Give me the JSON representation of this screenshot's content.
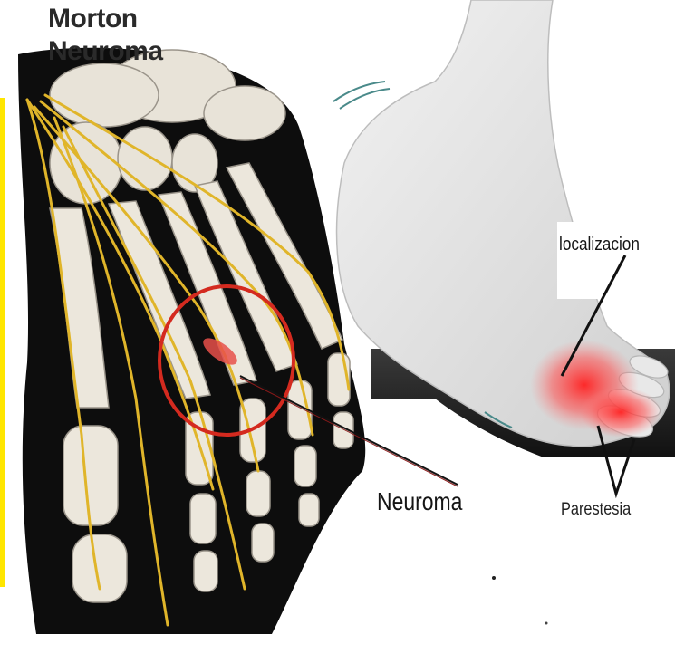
{
  "title": {
    "line1": "Morton",
    "line2": "Neuroma"
  },
  "labels": {
    "neuroma": "Neuroma",
    "localizacion": "localizacion",
    "parestesia": "Parestesia"
  },
  "colors": {
    "nerve": "#e0b52a",
    "bone": "#ece7dc",
    "circle": "#d42a1f",
    "inflammation": "#ff2a2a",
    "yellow_bar": "#ffe600"
  }
}
